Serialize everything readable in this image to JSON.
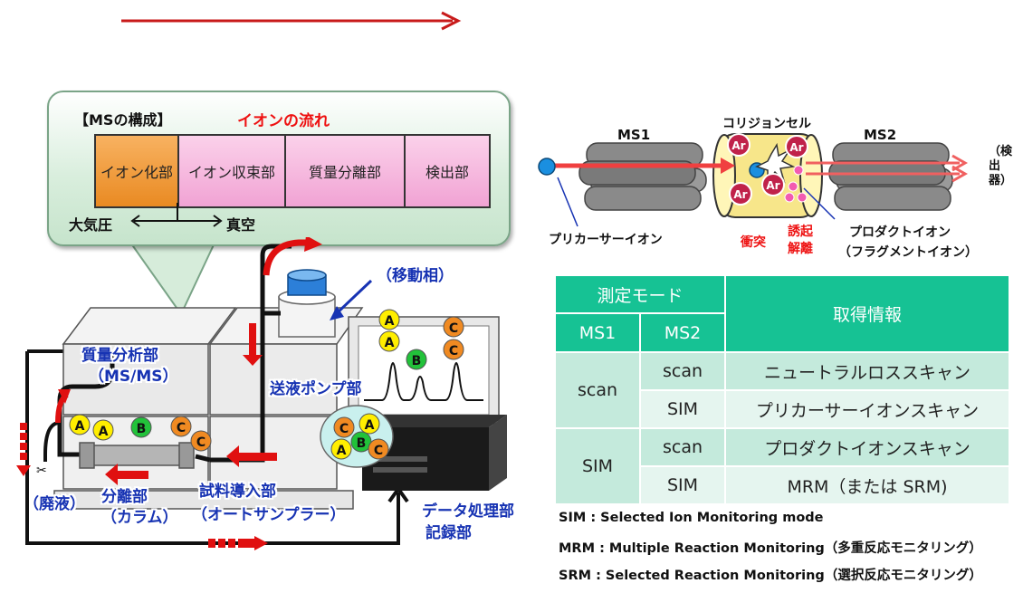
{
  "ms_panel": {
    "title": "【MSの構成】",
    "ion_flow": "イオンの流れ",
    "components": [
      "イオン化部",
      "イオン収束部",
      "質量分離部",
      "検出部"
    ],
    "pressure_left": "大気圧",
    "pressure_right": "真空"
  },
  "instrument": {
    "mass_analyzer": [
      "質量分析部",
      "（MS/MS）"
    ],
    "mobile_phase": "（移動相）",
    "pump": "送液ポンプ部",
    "waste": "（廃液）",
    "column": [
      "分離部",
      "（カラム）"
    ],
    "autosampler": [
      "試料導入部",
      "（オートサンプラー）"
    ],
    "data_system": [
      "データ処理部",
      "記録部"
    ],
    "analytes": [
      "A",
      "B",
      "C"
    ]
  },
  "msms": {
    "ms1": "MS1",
    "collision_cell": "コリジョンセル",
    "ms2": "MS2",
    "detector": "（検出器）",
    "argon": "Ar",
    "precursor_ion": "プリカーサーイオン",
    "collision": "衝突",
    "cid": [
      "誘起",
      "解離"
    ],
    "product_ion": [
      "プロダクトイオン",
      "（フラグメントイオン）"
    ]
  },
  "table": {
    "header_mode": "測定モード",
    "header_info": "取得情報",
    "col_ms1": "MS1",
    "col_ms2": "MS2",
    "rows": [
      {
        "ms1": "scan",
        "ms2": "scan",
        "info": "ニュートラルロススキャン"
      },
      {
        "ms1": "",
        "ms2": "SIM",
        "info": "プリカーサーイオンスキャン"
      },
      {
        "ms1": "SIM",
        "ms2": "scan",
        "info": "プロダクトイオンスキャン"
      },
      {
        "ms1": "",
        "ms2": "SIM",
        "info": "MRM（または SRM)"
      }
    ]
  },
  "footnotes": [
    "SIM : Selected Ion Monitoring mode",
    "MRM : Multiple Reaction Monitoring（多重反応モニタリング）",
    "SRM : Selected Reaction Monitoring（選択反応モニタリング）"
  ],
  "colors": {
    "table_header": "#16c294",
    "ionization": "#f0a040",
    "other_components": "#f5b5dc",
    "flow_arrow": "#e01010",
    "label_blue": "#1733b3"
  }
}
